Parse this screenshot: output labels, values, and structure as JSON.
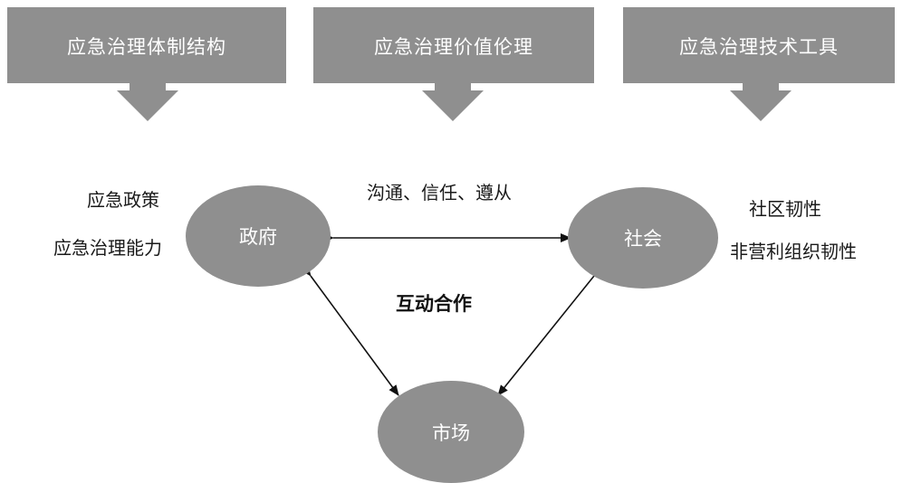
{
  "headers": [
    {
      "label": "应急治理体制结构"
    },
    {
      "label": "应急治理价值伦理"
    },
    {
      "label": "应急治理技术工具"
    }
  ],
  "nodes": {
    "government": "政府",
    "society": "社会",
    "market": "市场"
  },
  "notes": {
    "left_1": "应急政策",
    "left_2": "应急治理能力",
    "right_1": "社区韧性",
    "right_2": "非营利组织韧性",
    "top_link": "沟通、信任、遵从",
    "center": "互动合作"
  }
}
